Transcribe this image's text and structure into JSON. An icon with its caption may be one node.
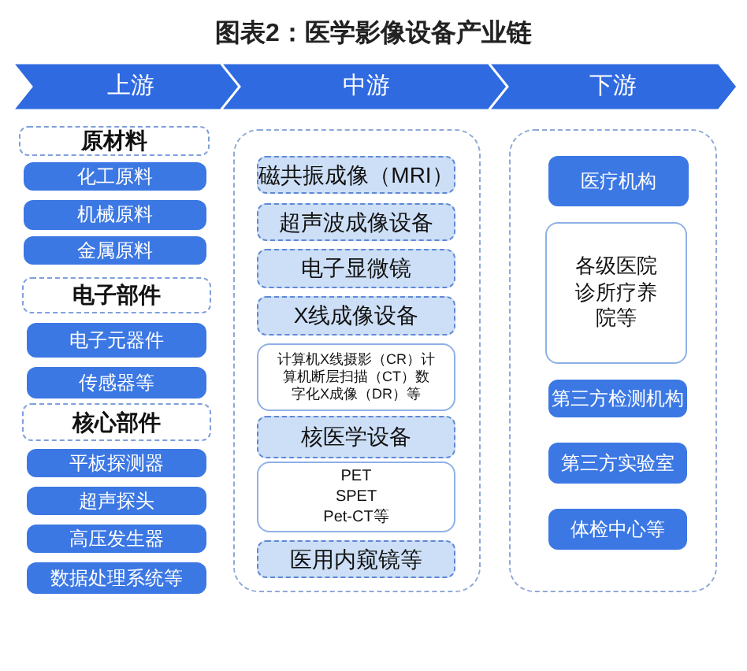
{
  "diagram": {
    "title": "图表2：医学影像设备产业链",
    "nodes": [
      {
        "text": [
          "上游"
        ]
      },
      {
        "text": [
          "中游"
        ]
      },
      {
        "text": [
          "下游"
        ]
      },
      {
        "text": [
          "原材料"
        ]
      },
      {
        "text": [
          "化工原料"
        ]
      },
      {
        "text": [
          "机械原料"
        ]
      },
      {
        "text": [
          "金属原料"
        ]
      },
      {
        "text": [
          "电子部件"
        ]
      },
      {
        "text": [
          "电子元器件"
        ]
      },
      {
        "text": [
          "传感器等"
        ]
      },
      {
        "text": [
          "核心部件"
        ]
      },
      {
        "text": [
          "平板探测器"
        ]
      },
      {
        "text": [
          "超声探头"
        ]
      },
      {
        "text": [
          "高压发生器"
        ]
      },
      {
        "text": [
          "数据处理系统等"
        ]
      },
      {
        "text": [],
        "shape": "box"
      },
      {
        "text": [
          "磁共振成像（MRI）"
        ],
        "in": 15
      },
      {
        "text": [
          "超声波成像设备"
        ],
        "in": 15
      },
      {
        "text": [
          "电子显微镜"
        ],
        "in": 15
      },
      {
        "text": [
          "X线成像设备"
        ],
        "in": 15
      },
      {
        "text": [
          "计算机X线摄影（CR）计算机断层扫描（CT）数字化X成像（DR）等"
        ],
        "in": 15
      },
      {
        "text": [
          "核医学设备"
        ],
        "in": 15
      },
      {
        "text": [
          "PET SPET Pet-CT等"
        ],
        "in": 15
      },
      {
        "text": [
          "医用内窥镜等"
        ],
        "in": 15
      },
      {
        "text": [],
        "shape": "box"
      },
      {
        "text": [
          "医疗机构"
        ],
        "in": 24
      },
      {
        "text": [
          "各级医院诊所疗养院等"
        ],
        "in": 24
      },
      {
        "text": [
          "第三方检测机构"
        ],
        "in": 24
      },
      {
        "text": [
          "第三方实验室"
        ],
        "in": 24
      },
      {
        "text": [
          "体检中心等"
        ],
        "in": 24
      }
    ]
  }
}
